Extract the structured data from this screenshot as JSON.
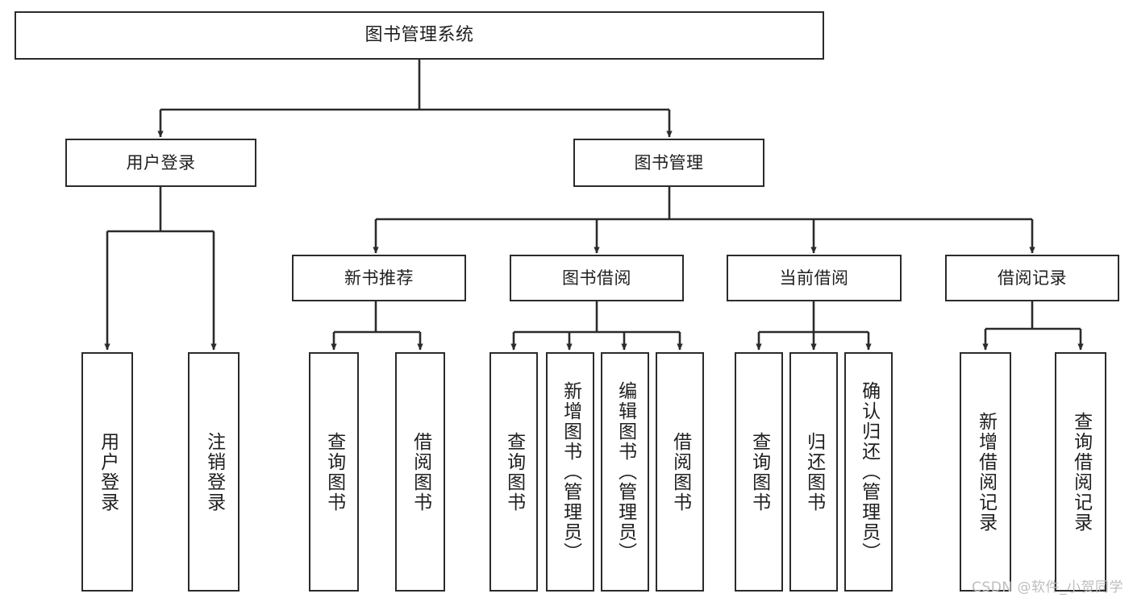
{
  "diagram": {
    "title": "图书管理系统",
    "type": "tree-hierarchy-diagram",
    "colors": {
      "node_border": "#2b2b2b",
      "node_fill": "#ffffff",
      "edge": "#2b2b2b",
      "text": "#1f1f1f",
      "background": "#ffffff",
      "watermark": "#bdbdbd"
    },
    "watermark": "CSDN @软件_小贺同学"
  },
  "nodes": {
    "root": {
      "label": "图书管理系统"
    },
    "level2": [
      {
        "id": "user-login",
        "label": "用户登录"
      },
      {
        "id": "book-manage",
        "label": "图书管理"
      }
    ],
    "level3": [
      {
        "id": "new-book-recommend",
        "label": "新书推荐"
      },
      {
        "id": "book-borrow",
        "label": "图书借阅"
      },
      {
        "id": "current-borrow",
        "label": "当前借阅"
      },
      {
        "id": "borrow-record",
        "label": "借阅记录"
      }
    ],
    "leaves": {
      "user_login": [
        {
          "id": "leaf-user-login",
          "label": "用户登录"
        },
        {
          "id": "leaf-user-logout",
          "label": "注销登录"
        }
      ],
      "new_book_recommend": [
        {
          "id": "leaf-query-book-1",
          "label": "查询图书"
        },
        {
          "id": "leaf-borrow-book-1",
          "label": "借阅图书"
        }
      ],
      "book_borrow": [
        {
          "id": "leaf-query-book-2",
          "label": "查询图书"
        },
        {
          "id": "leaf-add-book",
          "label": "新增图书（管理员）"
        },
        {
          "id": "leaf-edit-book",
          "label": "编辑图书（管理员）"
        },
        {
          "id": "leaf-borrow-book-2",
          "label": "借阅图书"
        }
      ],
      "current_borrow": [
        {
          "id": "leaf-query-book-3",
          "label": "查询图书"
        },
        {
          "id": "leaf-return-book",
          "label": "归还图书"
        },
        {
          "id": "leaf-confirm-return",
          "label": "确认归还（管理员）"
        }
      ],
      "borrow_record": [
        {
          "id": "leaf-add-record",
          "label": "新增借阅记录"
        },
        {
          "id": "leaf-query-record",
          "label": "查询借阅记录"
        }
      ]
    }
  }
}
